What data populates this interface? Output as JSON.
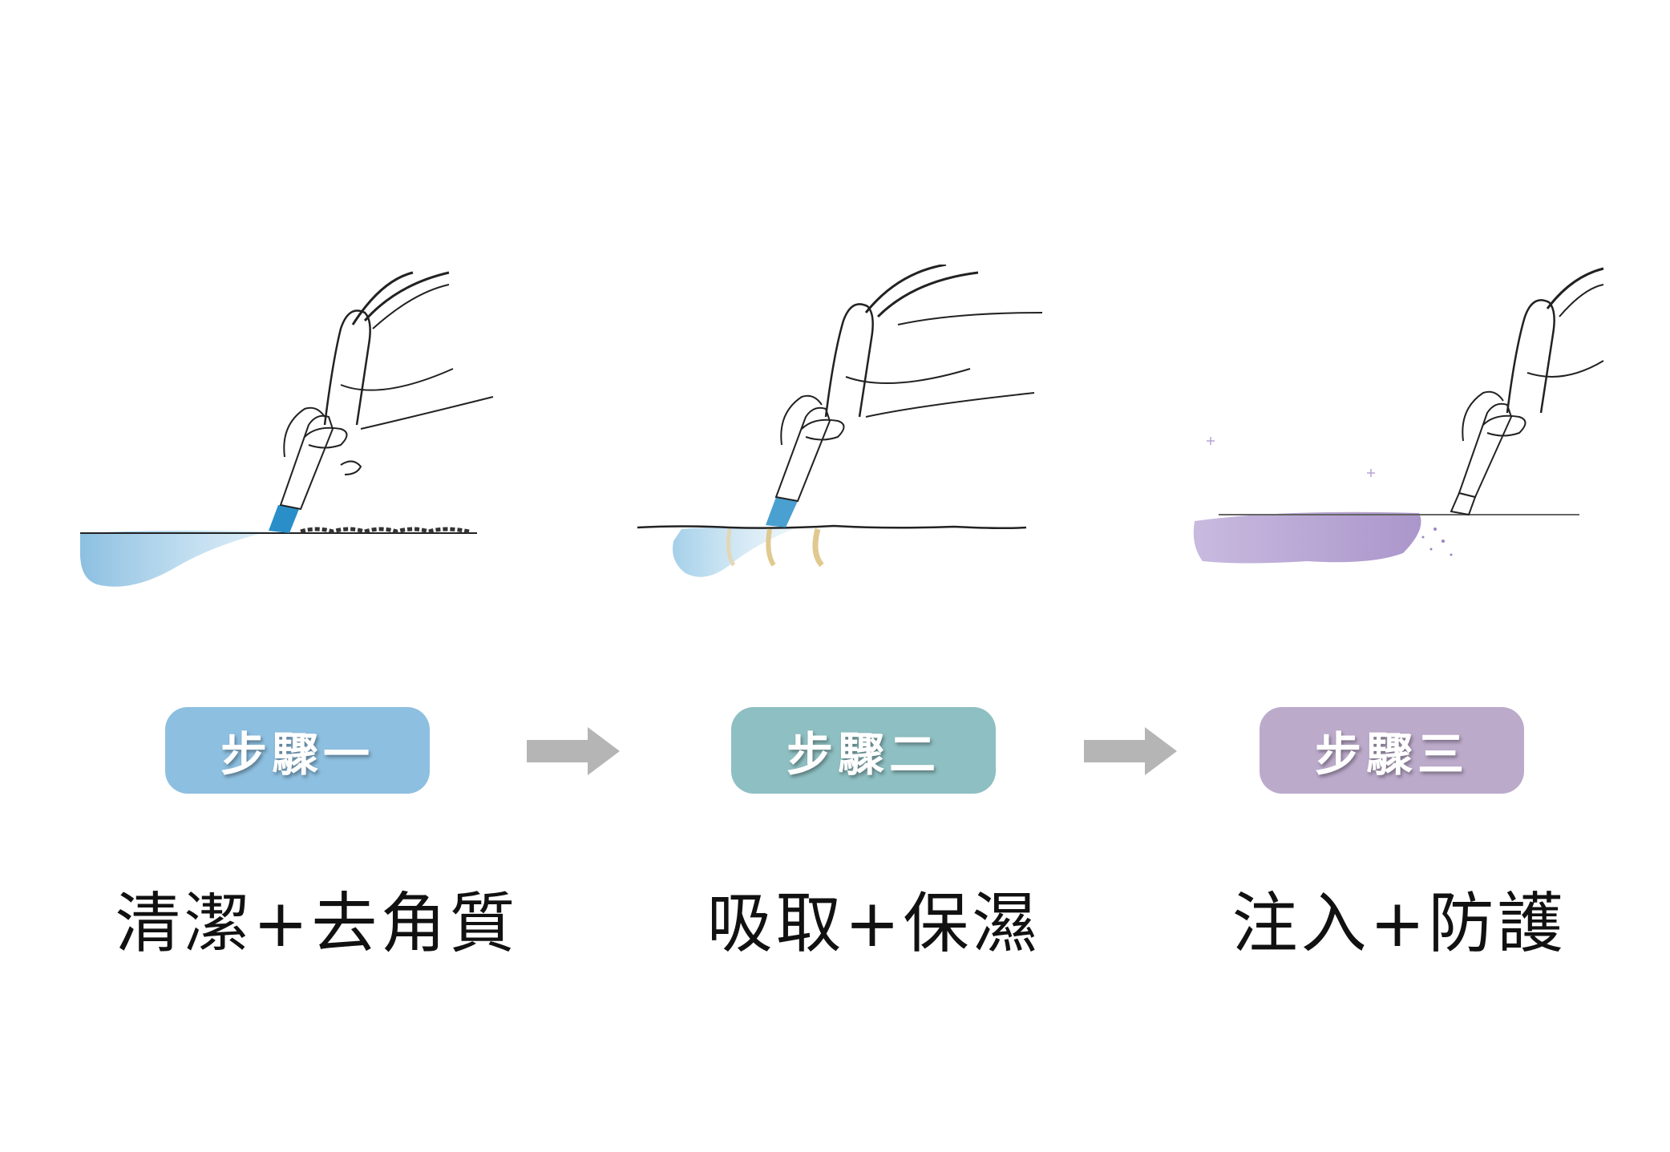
{
  "steps": [
    {
      "label": "步驟一",
      "caption": "清潔+去角質",
      "color": "#8dbfe0",
      "illustration": "hand-device-cleansing-illustration"
    },
    {
      "label": "步驟二",
      "caption": "吸取+保濕",
      "color": "#8ebfc2",
      "illustration": "hand-device-extraction-illustration"
    },
    {
      "label": "步驟三",
      "caption": "注入+防護",
      "color": "#bcaacb",
      "illustration": "hand-device-infusion-illustration"
    }
  ],
  "colors": {
    "water_blue": "#7fb8dd",
    "tip_blue": "#2a8fc8",
    "purple": "#b7a2d2",
    "arrow_gray": "#b5b5b5"
  }
}
